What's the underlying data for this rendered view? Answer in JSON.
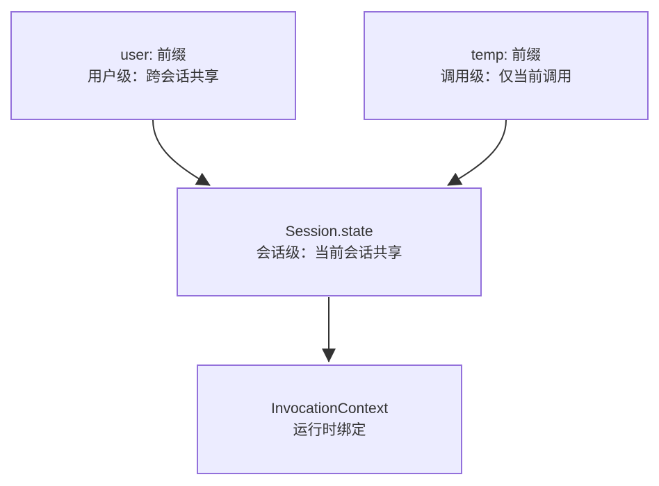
{
  "diagram": {
    "type": "flowchart",
    "background_color": "#ffffff",
    "node_fill_color": "#ECECFF",
    "node_border_color": "#9370DB",
    "edge_color": "#333333",
    "text_color": "#333333",
    "nodes": [
      {
        "id": "user",
        "line1": "user: 前缀",
        "line2": "用户级：跨会话共享"
      },
      {
        "id": "temp",
        "line1": "temp: 前缀",
        "line2": "调用级：仅当前调用"
      },
      {
        "id": "session",
        "line1": "Session.state",
        "line2": "会话级：当前会话共享"
      },
      {
        "id": "invocation",
        "line1": "InvocationContext",
        "line2": "运行时绑定"
      }
    ],
    "edges": [
      {
        "from": "user",
        "to": "session",
        "style": "curved-arrow"
      },
      {
        "from": "temp",
        "to": "session",
        "style": "curved-arrow"
      },
      {
        "from": "session",
        "to": "invocation",
        "style": "straight-arrow"
      }
    ]
  }
}
